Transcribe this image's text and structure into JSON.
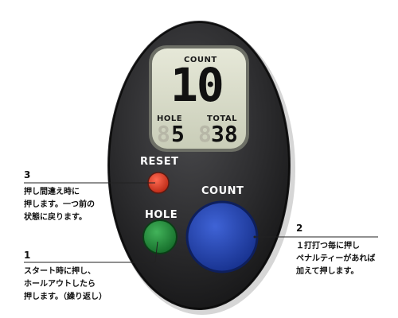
{
  "lcd": {
    "count_label": "COUNT",
    "count_value": "10",
    "hole_label": "HOLE",
    "hole_value": "5",
    "total_label": "TOTAL",
    "total_value": "38",
    "ghost_digit": "8"
  },
  "buttons": {
    "reset": {
      "label": "RESET",
      "color": "#e13c2a"
    },
    "hole": {
      "label": "HOLE",
      "color": "#1f8f3a"
    },
    "count": {
      "label": "COUNT",
      "color": "#1f3fb0"
    }
  },
  "callouts": [
    {
      "number": "3",
      "lines": [
        "押し間違え時に",
        "押します。一つ前の",
        "状態に戻ります。"
      ]
    },
    {
      "number": "1",
      "lines": [
        "スタート時に押し、",
        "ホールアウトしたら",
        "押します。（繰り返し）"
      ]
    },
    {
      "number": "2",
      "lines": [
        "１打打つ毎に押し",
        "ペナルティーがあれば",
        "加えて押します。"
      ]
    }
  ],
  "colors": {
    "body": "#2b2b2d",
    "lcd": "#d9dccb"
  }
}
